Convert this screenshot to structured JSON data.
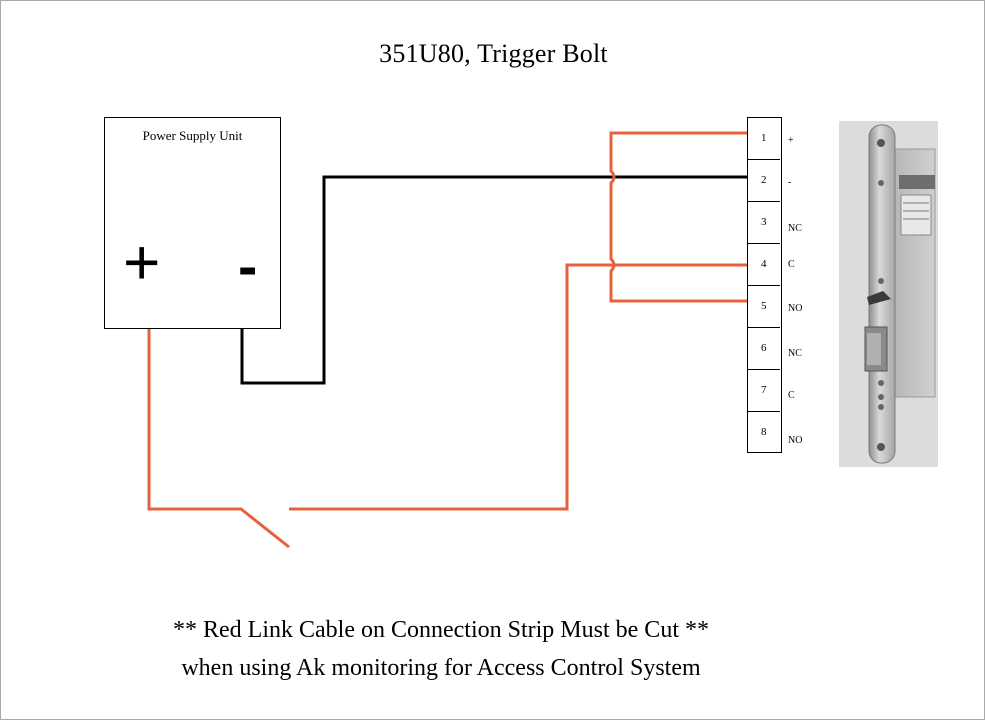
{
  "title": "351U80, Trigger Bolt",
  "psu": {
    "label": "Power Supply Unit",
    "plus": "+",
    "minus": "-"
  },
  "terminals": [
    {
      "number": "1",
      "label": "+"
    },
    {
      "number": "2",
      "label": "-"
    },
    {
      "number": "3",
      "label": "NC"
    },
    {
      "number": "4",
      "label": "C"
    },
    {
      "number": "5",
      "label": "NO"
    },
    {
      "number": "6",
      "label": "NC"
    },
    {
      "number": "7",
      "label": "C"
    },
    {
      "number": "8",
      "label": "NO"
    }
  ],
  "note": {
    "line1": "** Red Link Cable on Connection Strip Must be Cut **",
    "line2": "when using Ak monitoring for Access Control System"
  },
  "colors": {
    "red_wire": "#e8603c",
    "black_wire": "#000000"
  }
}
